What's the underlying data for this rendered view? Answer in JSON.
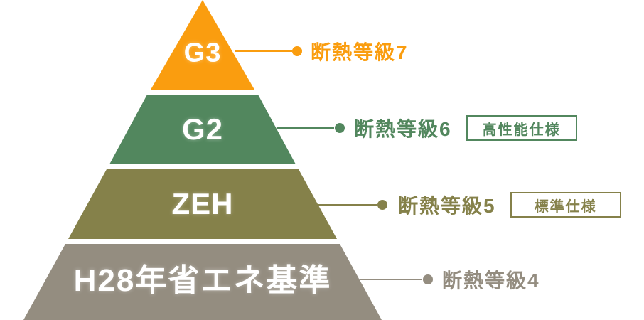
{
  "diagram_type": "insulation-grade-pyramid",
  "pyramid": {
    "tiers": [
      {
        "id": "g3",
        "label": "G3",
        "color": "#FA9D0F",
        "text_color": "#FFFFFF"
      },
      {
        "id": "g2",
        "label": "G2",
        "color": "#52875E",
        "text_color": "#FFFFFF"
      },
      {
        "id": "zeh",
        "label": "ZEH",
        "color": "#85814A",
        "text_color": "#FFFFFF"
      },
      {
        "id": "h28",
        "label": "H28年省エネ基準",
        "color": "#948D80",
        "text_color": "#FFFFFF"
      }
    ]
  },
  "annotations": [
    {
      "text": "断熱等級7",
      "color": "#FA9D0F",
      "badge": null
    },
    {
      "text": "断熱等級6",
      "color": "#52875E",
      "badge": "高性能仕様"
    },
    {
      "text": "断熱等級5",
      "color": "#85814A",
      "badge": "標準仕様"
    },
    {
      "text": "断熱等級4",
      "color": "#948D80",
      "badge": null
    }
  ]
}
